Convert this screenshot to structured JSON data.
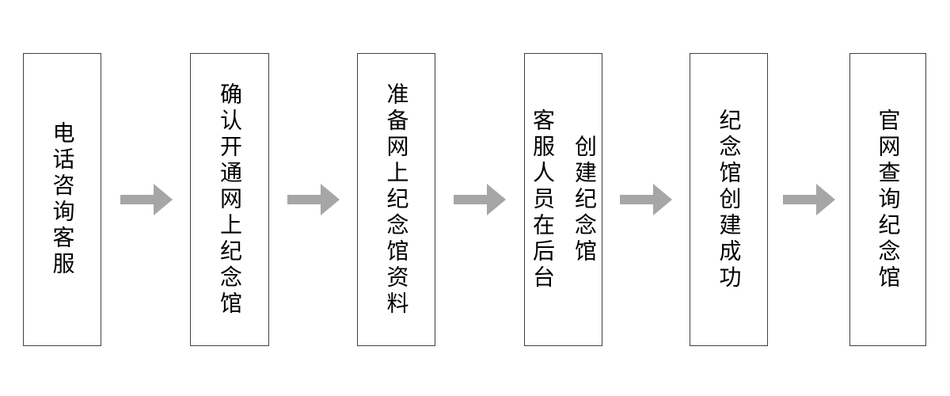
{
  "diagram": {
    "type": "flowchart",
    "direction": "left-to-right",
    "colors": {
      "background": "#ffffff",
      "box_border": "#404040",
      "text": "#000000",
      "arrow": "#a6a6a6"
    },
    "connector": "right-block-arrow",
    "steps": [
      {
        "id": 1,
        "lines": [
          "电话咨询客服"
        ]
      },
      {
        "id": 2,
        "lines": [
          "确认开通网上纪念馆"
        ]
      },
      {
        "id": 3,
        "lines": [
          "准备网上纪念馆资料"
        ]
      },
      {
        "id": 4,
        "lines": [
          "客服人员在后台",
          "创建纪念馆"
        ]
      },
      {
        "id": 5,
        "lines": [
          "纪念馆创建成功"
        ]
      },
      {
        "id": 6,
        "lines": [
          "官网查询纪念馆"
        ]
      }
    ]
  }
}
